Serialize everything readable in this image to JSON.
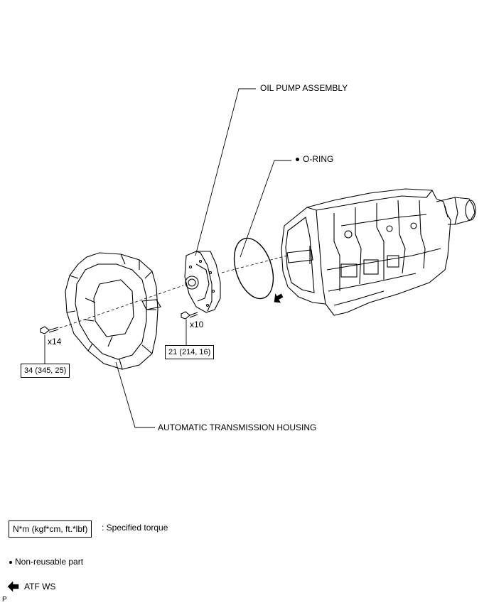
{
  "labels": {
    "oil_pump": "OIL PUMP ASSEMBLY",
    "o_ring": "O-RING",
    "housing": "AUTOMATIC TRANSMISSION HOUSING"
  },
  "bolts": {
    "housing_count": "x14",
    "pump_count": "x10"
  },
  "torques": {
    "housing": "34 (345, 25)",
    "pump": "21 (214, 16)"
  },
  "legend": {
    "torque_unit": "N*m (kgf*cm, ft.*lbf)",
    "torque_desc": ": Specified torque",
    "nonreusable": "Non-reusable part",
    "atf": "ATF WS"
  },
  "footer_code": "P"
}
